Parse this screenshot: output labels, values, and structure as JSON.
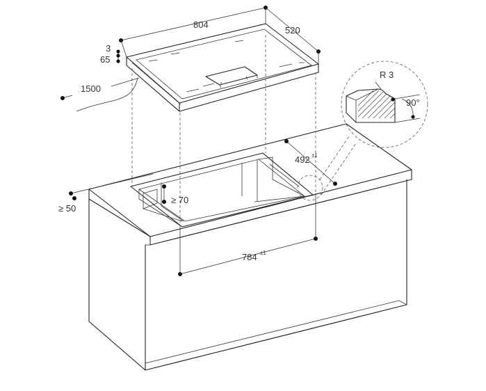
{
  "dimensions": {
    "cooktop_width": "804",
    "cooktop_depth": "520",
    "glass_thickness": "3",
    "cooktop_height": "65",
    "cable_length": "1500",
    "cutout_depth": "492",
    "cutout_depth_tol": "±1",
    "cutout_width": "784",
    "cutout_width_tol": "±1",
    "min_front_distance": "≥ 50",
    "min_side_distance": "≥ 70",
    "edge_radius": "R 3",
    "edge_angle": "90°"
  }
}
